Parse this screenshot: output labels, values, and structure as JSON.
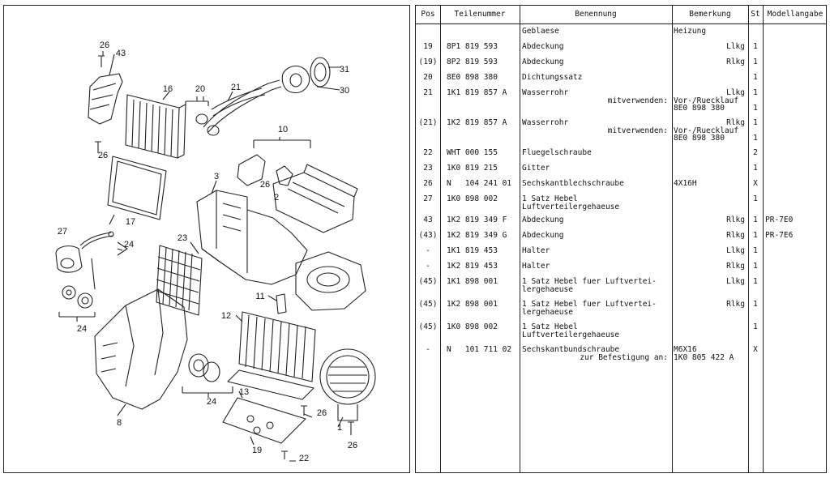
{
  "diagram": {
    "callouts": [
      "26",
      "43",
      "16",
      "20",
      "21",
      "31",
      "30",
      "10",
      "26",
      "3",
      "26",
      "2",
      "17",
      "27",
      "24",
      "23",
      "24",
      "11",
      "12",
      "24",
      "13",
      "26",
      "8",
      "1",
      "19",
      "26",
      "22"
    ]
  },
  "table": {
    "headers": {
      "pos": "Pos",
      "teil": "Teilenummer",
      "ben": "Benennung",
      "bem": "Bemerkung",
      "st": "St",
      "mod": "Modellangabe"
    },
    "rows": [
      {
        "pos": "",
        "teil": "",
        "ben": [
          "Geblaese"
        ],
        "bem": [
          {
            "t": "Heizung",
            "a": "l"
          }
        ],
        "st": "",
        "mod": ""
      },
      {
        "pos": "19",
        "teil": "8P1 819 593",
        "ben": [
          "Abdeckung"
        ],
        "bem": [
          {
            "t": "Llkg",
            "a": "r"
          }
        ],
        "st": "1",
        "mod": ""
      },
      {
        "pos": "(19)",
        "teil": "8P2 819 593",
        "ben": [
          "Abdeckung"
        ],
        "bem": [
          {
            "t": "Rlkg",
            "a": "r"
          }
        ],
        "st": "1",
        "mod": ""
      },
      {
        "pos": "20",
        "teil": "8E0 898 380",
        "ben": [
          "Dichtungssatz"
        ],
        "bem": [],
        "st": "1",
        "mod": ""
      },
      {
        "pos": "21",
        "teil": "1K1 819 857 A",
        "ben": [
          "Wasserrohr",
          "mitverwenden:"
        ],
        "ben_align": [
          "l",
          "r"
        ],
        "bem": [
          {
            "t": "Llkg",
            "a": "r"
          },
          {
            "t": "Vor-/Ruecklauf",
            "a": "l"
          },
          {
            "t": "8E0 898 380",
            "a": "l"
          }
        ],
        "st": "1",
        "st2": "1",
        "mod": ""
      },
      {
        "pos": "(21)",
        "teil": "1K2 819 857 A",
        "ben": [
          "Wasserrohr",
          "mitverwenden:"
        ],
        "ben_align": [
          "l",
          "r"
        ],
        "bem": [
          {
            "t": "Rlkg",
            "a": "r"
          },
          {
            "t": "Vor-/Ruecklauf",
            "a": "l"
          },
          {
            "t": "8E0 898 380",
            "a": "l"
          }
        ],
        "st": "1",
        "st2": "1",
        "mod": ""
      },
      {
        "pos": "22",
        "teil": "WHT 000 155",
        "ben": [
          "Fluegelschraube"
        ],
        "bem": [],
        "st": "2",
        "mod": ""
      },
      {
        "pos": "23",
        "teil": "1K0 819 215",
        "ben": [
          "Gitter"
        ],
        "bem": [],
        "st": "1",
        "mod": ""
      },
      {
        "pos": "26",
        "teil": "N   104 241 01",
        "ben": [
          "Sechskantblechschraube"
        ],
        "bem": [
          {
            "t": "4X16H",
            "a": "l"
          }
        ],
        "st": "X",
        "mod": ""
      },
      {
        "pos": "27",
        "teil": "1K0 898 002",
        "ben": [
          "1 Satz Hebel",
          "Luftverteilergehaeuse"
        ],
        "ben_align": [
          "l",
          "l"
        ],
        "bem": [],
        "st": "1",
        "mod": ""
      },
      {
        "pos": "43",
        "teil": "1K2 819 349 F",
        "ben": [
          "Abdeckung"
        ],
        "bem": [
          {
            "t": "Rlkg",
            "a": "r"
          }
        ],
        "st": "1",
        "mod": "PR-7E0"
      },
      {
        "pos": "(43)",
        "teil": "1K2 819 349 G",
        "ben": [
          "Abdeckung"
        ],
        "bem": [
          {
            "t": "Rlkg",
            "a": "r"
          }
        ],
        "st": "1",
        "mod": "PR-7E6"
      },
      {
        "pos": "-",
        "teil": "1K1 819 453",
        "ben": [
          "Halter"
        ],
        "bem": [
          {
            "t": "Llkg",
            "a": "r"
          }
        ],
        "st": "1",
        "mod": ""
      },
      {
        "pos": "-",
        "teil": "1K2 819 453",
        "ben": [
          "Halter"
        ],
        "bem": [
          {
            "t": "Rlkg",
            "a": "r"
          }
        ],
        "st": "1",
        "mod": ""
      },
      {
        "pos": "(45)",
        "teil": "1K1 898 001",
        "ben": [
          "1 Satz Hebel fuer Luftvertei-",
          "lergehaeuse"
        ],
        "ben_align": [
          "l",
          "l"
        ],
        "bem": [
          {
            "t": "Llkg",
            "a": "r"
          }
        ],
        "st": "1",
        "mod": ""
      },
      {
        "pos": "(45)",
        "teil": "1K2 898 001",
        "ben": [
          "1 Satz Hebel fuer Luftvertei-",
          "lergehaeuse"
        ],
        "ben_align": [
          "l",
          "l"
        ],
        "bem": [
          {
            "t": "Rlkg",
            "a": "r"
          }
        ],
        "st": "1",
        "mod": ""
      },
      {
        "pos": "(45)",
        "teil": "1K0 898 002",
        "ben": [
          "1 Satz Hebel",
          "Luftverteilergehaeuse"
        ],
        "ben_align": [
          "l",
          "l"
        ],
        "bem": [],
        "st": "1",
        "mod": ""
      },
      {
        "pos": "-",
        "teil": "N   101 711 02",
        "ben": [
          "Sechskantbundschraube",
          "zur Befestigung an:"
        ],
        "ben_align": [
          "l",
          "r"
        ],
        "bem": [
          {
            "t": "M6X16",
            "a": "l"
          },
          {
            "t": "1K0 805 422 A",
            "a": "l"
          }
        ],
        "st": "X",
        "mod": ""
      }
    ]
  }
}
